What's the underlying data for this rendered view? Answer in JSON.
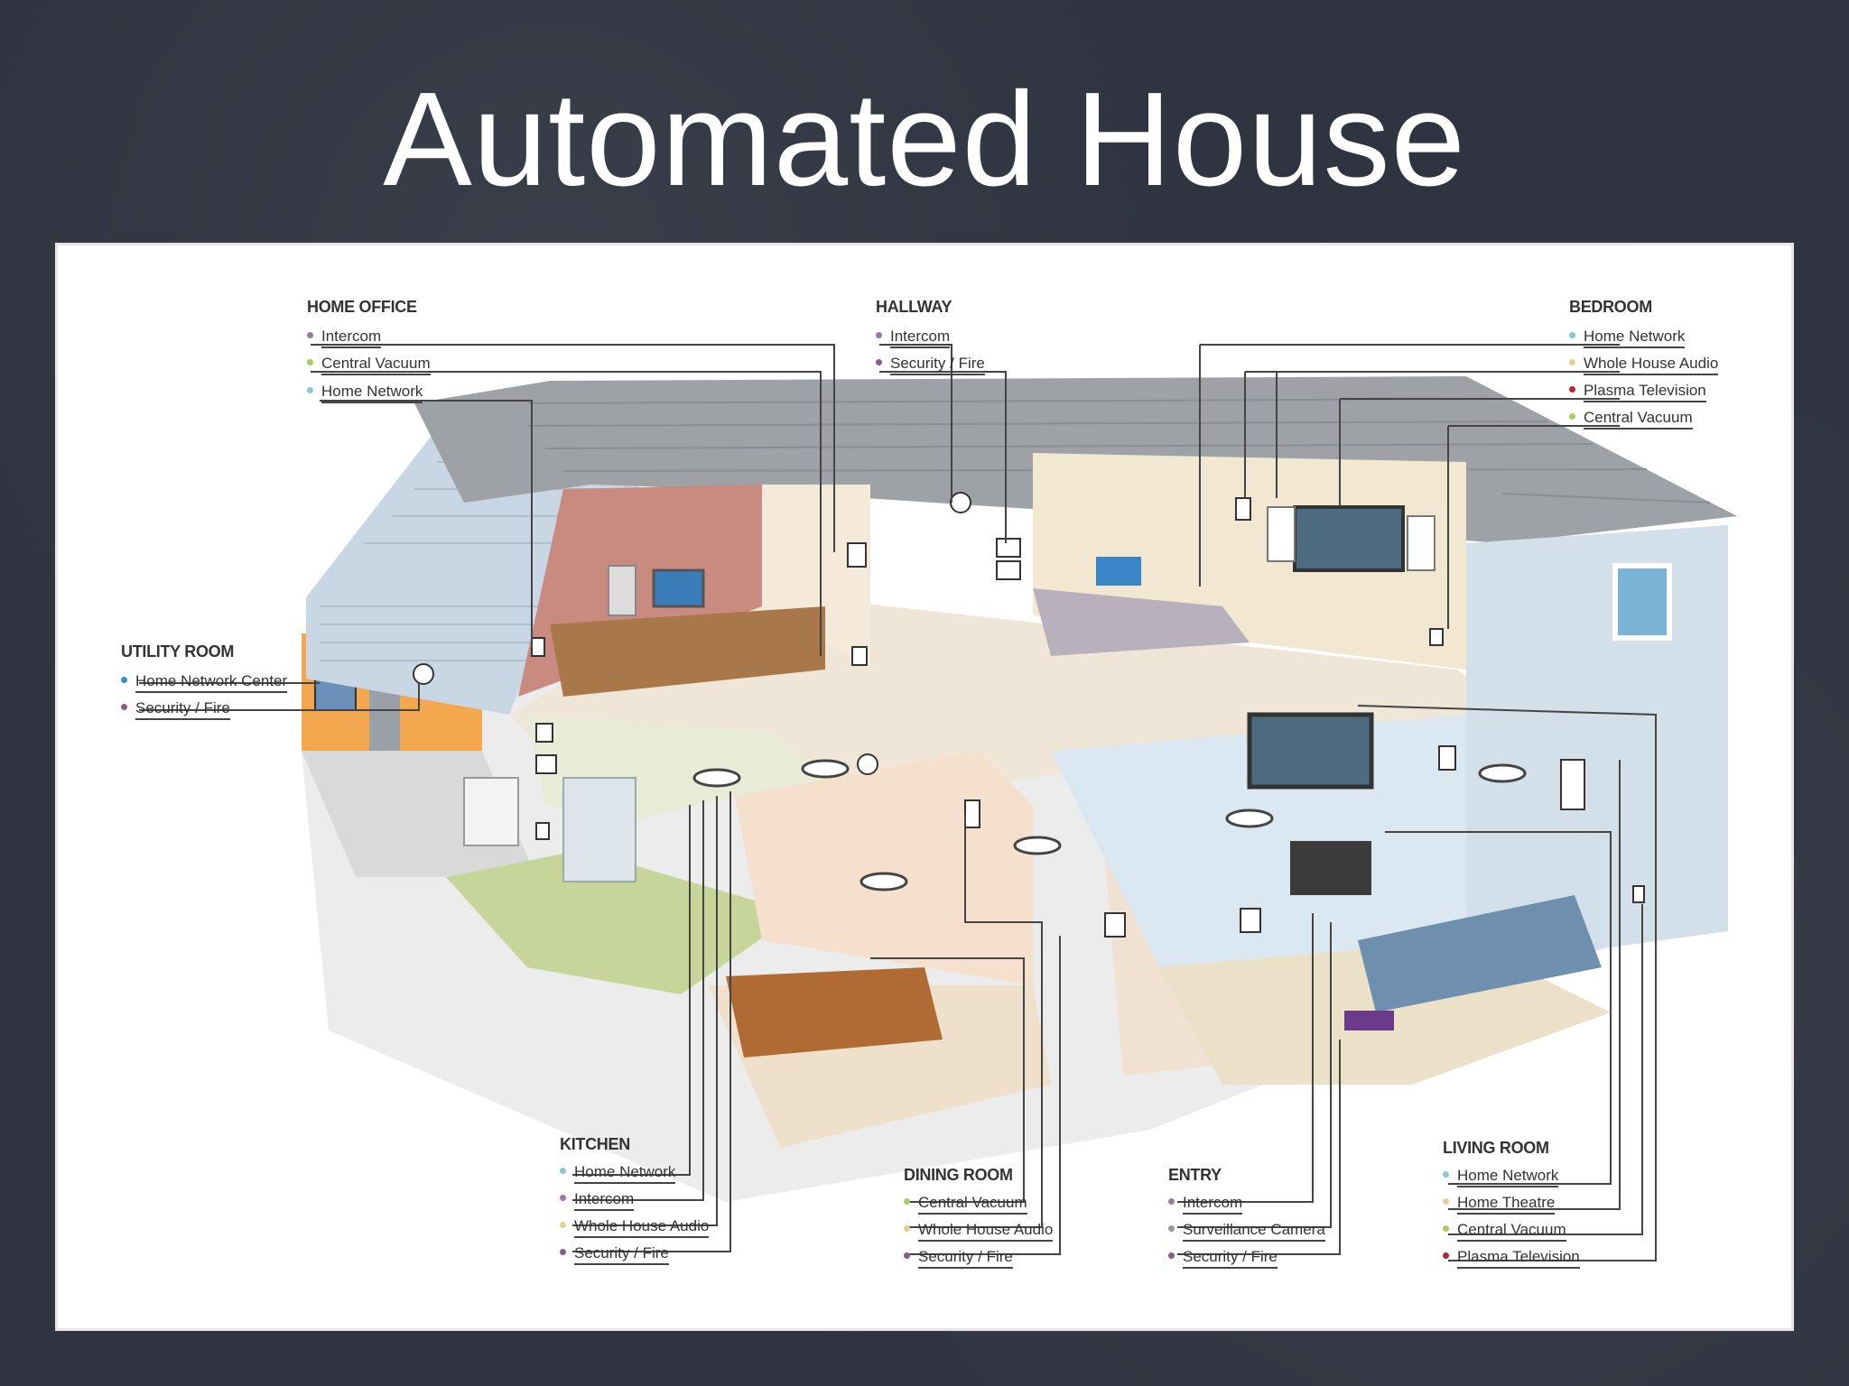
{
  "title": "Automated House",
  "colors": {
    "home_network": "#8ac6d6",
    "intercom": "#9a7aa0",
    "central_vacuum": "#a6cf5e",
    "whole_house_audio": "#e8cf8c",
    "security_fire": "#8a5a8a",
    "plasma_tv": "#b3262b",
    "home_theatre": "#f2c99a",
    "surveillance": "#9a9a9a"
  },
  "rooms": {
    "home_office": {
      "label": "HOME OFFICE",
      "features": [
        "Intercom",
        "Central Vacuum",
        "Home Network"
      ]
    },
    "hallway": {
      "label": "HALLWAY",
      "features": [
        "Intercom",
        "Security / Fire"
      ]
    },
    "bedroom": {
      "label": "BEDROOM",
      "features": [
        "Home Network",
        "Whole House Audio",
        "Plasma Television",
        "Central Vacuum"
      ]
    },
    "utility_room": {
      "label": "UTILITY ROOM",
      "features": [
        "Home Network Center",
        "Security / Fire"
      ]
    },
    "kitchen": {
      "label": "KITCHEN",
      "features": [
        "Home Network",
        "Intercom",
        "Whole House Audio",
        "Security / Fire"
      ]
    },
    "dining_room": {
      "label": "DINING ROOM",
      "features": [
        "Central Vacuum",
        "Whole House Audio",
        "Security / Fire"
      ]
    },
    "entry": {
      "label": "ENTRY",
      "features": [
        "Intercom",
        "Surveillance Camera",
        "Security / Fire"
      ]
    },
    "living_room": {
      "label": "LIVING ROOM",
      "features": [
        "Home Network",
        "Home Theatre",
        "Central Vacuum",
        "Plasma Television"
      ]
    }
  }
}
